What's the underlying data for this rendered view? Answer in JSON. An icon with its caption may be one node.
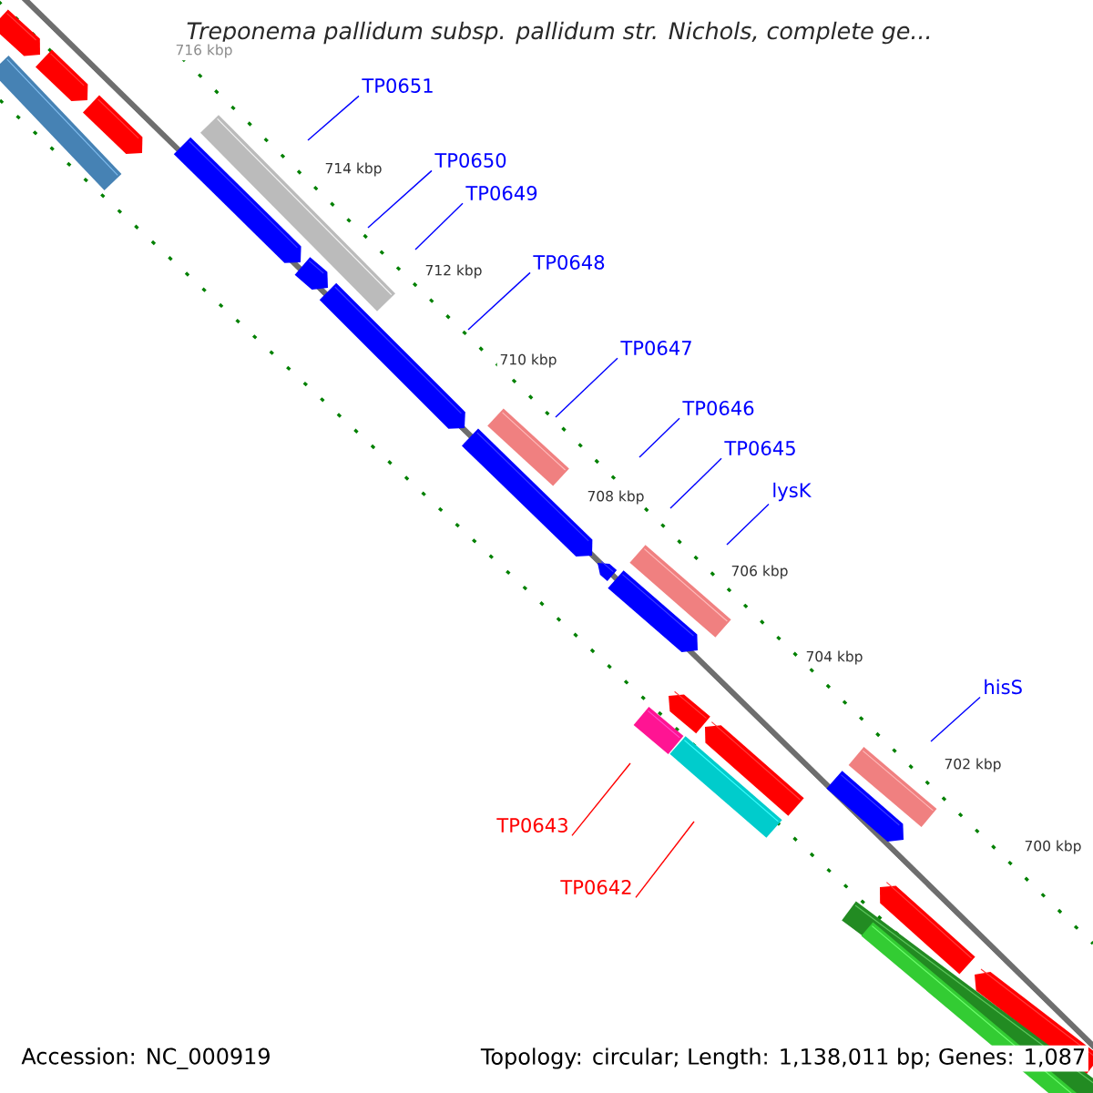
{
  "diagram": {
    "title": "Treponema pallidum subsp. pallidum str. Nichols, complete ge...",
    "nodes": [
      {
        "text": [
          "TP0651"
        ]
      },
      {
        "text": [
          "TP0650"
        ]
      },
      {
        "text": [
          "TP0649"
        ]
      },
      {
        "text": [
          "TP0648"
        ]
      },
      {
        "text": [
          "TP0647"
        ]
      },
      {
        "text": [
          "TP0646"
        ]
      },
      {
        "text": [
          "TP0645"
        ]
      },
      {
        "text": [
          "lysK"
        ]
      },
      {
        "text": [
          "hisS"
        ]
      },
      {
        "text": [
          "TP0643"
        ]
      },
      {
        "text": [
          "TP0642"
        ]
      }
    ],
    "edges": [
      {
        "from": 0,
        "to": null,
        "arrow": "none"
      },
      {
        "from": 1,
        "to": null,
        "arrow": "none"
      },
      {
        "from": 2,
        "to": null,
        "arrow": "none"
      },
      {
        "from": 3,
        "to": null,
        "arrow": "none"
      },
      {
        "from": 4,
        "to": null,
        "arrow": "none"
      },
      {
        "from": 5,
        "to": null,
        "arrow": "none"
      },
      {
        "from": 6,
        "to": null,
        "arrow": "none"
      },
      {
        "from": 7,
        "to": null,
        "arrow": "none"
      },
      {
        "from": 8,
        "to": null,
        "arrow": "none"
      },
      {
        "from": 9,
        "to": null,
        "arrow": "none",
        "color": "#ff0000"
      },
      {
        "from": 10,
        "to": null,
        "arrow": "none",
        "color": "#ff0000"
      }
    ],
    "labels": [
      "716 kbp",
      "714 kbp",
      "712 kbp",
      "710 kbp",
      "708 kbp",
      "706 kbp",
      "704 kbp",
      "702 kbp",
      "700 kbp",
      "Accession: NC_000919",
      "Topology: circular; Length: 1,138,011 bp; Genes: 1,087"
    ]
  }
}
